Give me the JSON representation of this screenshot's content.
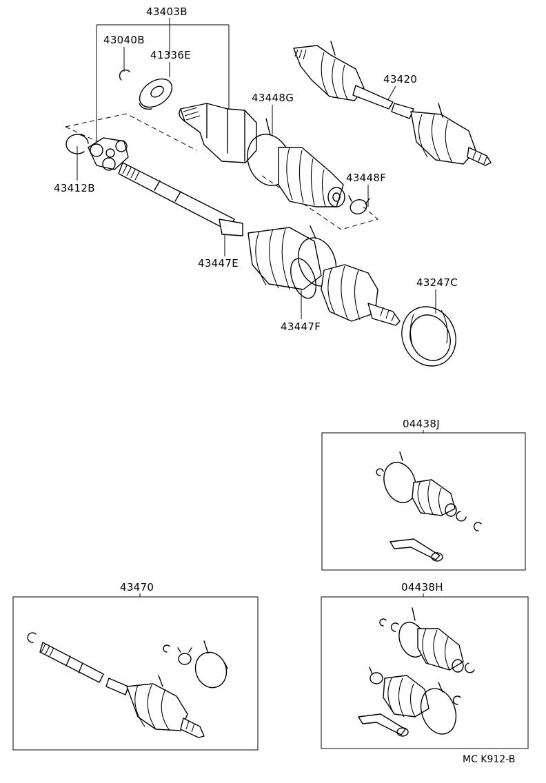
{
  "labels": {
    "p43403B": "43403B",
    "p43040B": "43040B",
    "p41336E": "41336E",
    "p43412B": "43412B",
    "p43448G": "43448G",
    "p43448F": "43448F",
    "p43420": "43420",
    "p43447E": "43447E",
    "p43447F": "43447F",
    "p43247C": "43247C",
    "p04438J": "04438J",
    "p43470": "43470",
    "p04438H": "04438H"
  },
  "drawing_code": "MC K912-B"
}
